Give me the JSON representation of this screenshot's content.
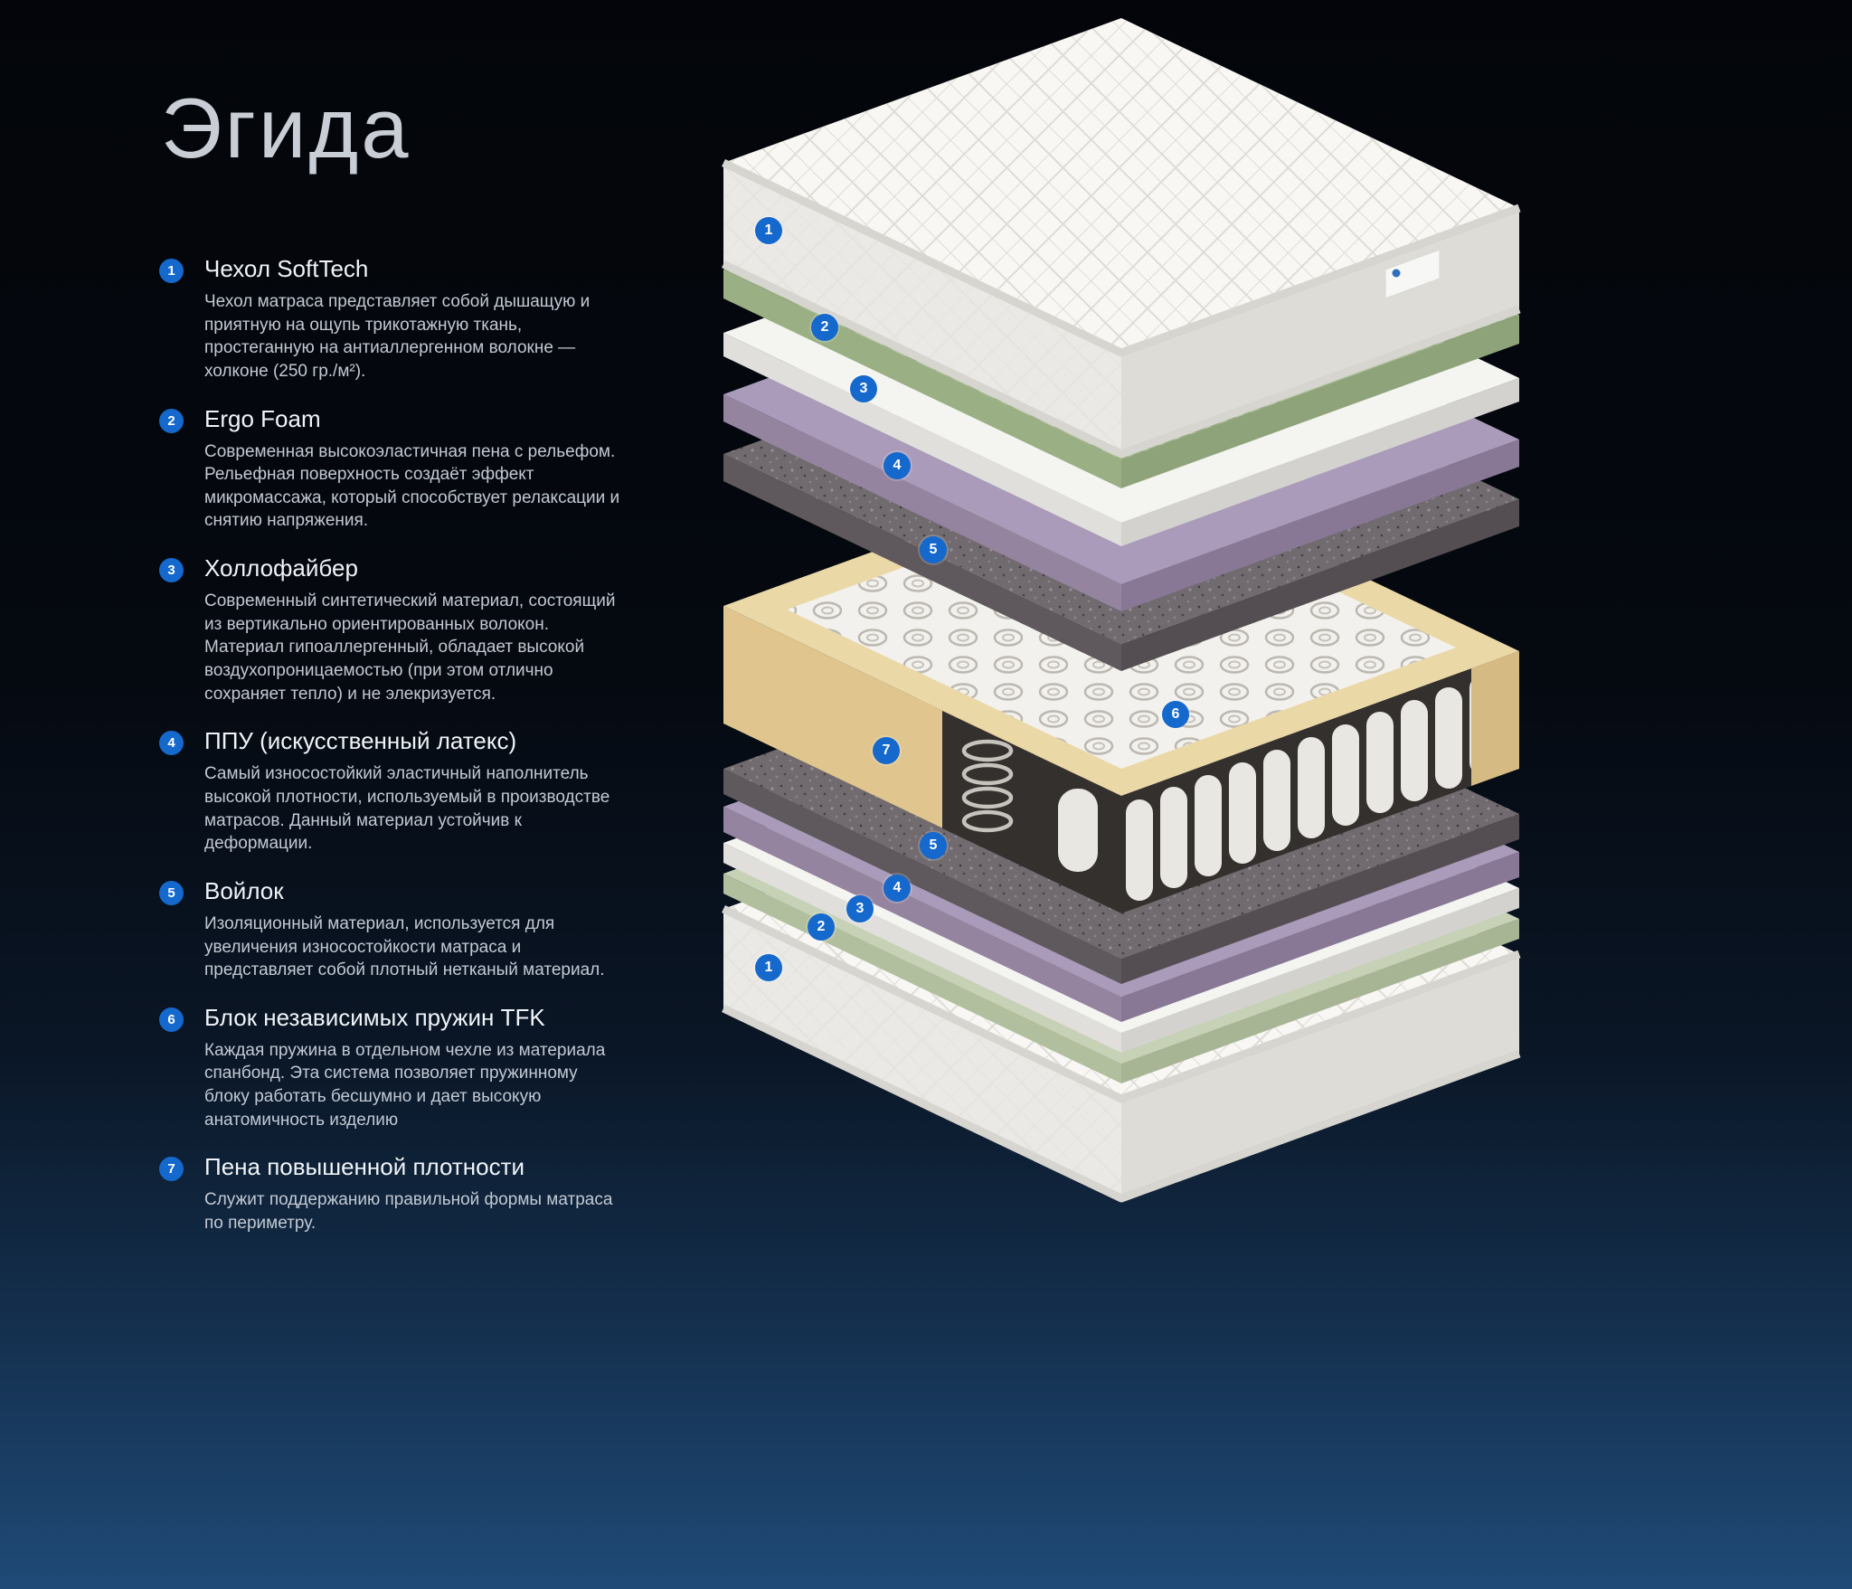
{
  "page": {
    "title": "Эгида"
  },
  "features": [
    {
      "num": "1",
      "title": "Чехол SoftTech",
      "text": "Чехол матраса представляет собой дышащую и приятную на ощупь трикотажную ткань, простеганную на антиаллергенном волокне — холконе (250 гр./м²)."
    },
    {
      "num": "2",
      "title": "Ergo Foam",
      "text": "Современная высокоэластичная пена с рельефом. Рельефная поверхность создаёт эффект микромассажа, который способствует релаксации и снятию напряжения."
    },
    {
      "num": "3",
      "title": "Холлофайбер",
      "text": "Современный синтетический материал, состоящий из вертикально ориентированных волокон. Материал гипоаллергенный, обладает высокой воздухопроницаемостью (при этом отлично сохраняет тепло) и не элекризуется."
    },
    {
      "num": "4",
      "title": "ППУ (искусственный латекс)",
      "text": "Самый износостойкий эластичный наполнитель высокой плотности, используемый в производстве матрасов. Данный материал устойчив к деформации."
    },
    {
      "num": "5",
      "title": "Войлок",
      "text": "Изоляционный материал, используется для увеличения износостойкости матраса и представляет собой плотный нетканый материал."
    },
    {
      "num": "6",
      "title": "Блок независимых пружин TFK",
      "text": "Каждая пружина в отдельном чехле из материала спанбонд. Эта система позволяет пружинному блоку работать бесшумно и дает высокую анатомичность изделию"
    },
    {
      "num": "7",
      "title": "Пена повышенной плотности",
      "text": "Служит поддержанию правильной формы матраса по периметру."
    }
  ],
  "diagram": {
    "badges": [
      {
        "label": "1"
      },
      {
        "label": "2"
      },
      {
        "label": "3"
      },
      {
        "label": "4"
      },
      {
        "label": "5"
      },
      {
        "label": "6"
      },
      {
        "label": "7"
      },
      {
        "label": "5"
      },
      {
        "label": "4"
      },
      {
        "label": "3"
      },
      {
        "label": "2"
      },
      {
        "label": "1"
      }
    ],
    "colors": {
      "cover_top": "#f8f7f4",
      "cover_front": "#ebe9e5",
      "cover_front2": "#dedcd7",
      "cover_tape": "#d7d5cf",
      "foam_top": "#aec29a",
      "foam_front": "#9aaf84",
      "foam_front2": "#8fa37a",
      "foam2_top": "#c6d1b5",
      "foam2_front": "#b2bf9e",
      "foam2_front2": "#a8b594",
      "holo_top": "#f4f4f1",
      "holo_front": "#e0dfdc",
      "holo_front2": "#d3d2cf",
      "ppu_top": "#a99bb9",
      "ppu_front": "#94849f",
      "ppu_front2": "#887896",
      "felt_top": "#716b6f",
      "felt_front": "#5f595d",
      "felt_front2": "#544e52",
      "frame_top": "#ebd8a7",
      "frame_front": "#e0c58f",
      "frame_front2": "#d5ba84",
      "spring_inner": "#f2f1ed",
      "recess": "#33302e",
      "pocket": "#e9e7e2",
      "coil_stroke": "#c6c3bd",
      "tag_fill": "#f7f7f5",
      "tag_mark": "#2d6fc2"
    }
  },
  "theme": {
    "badge_color": "#1568cc",
    "title_color": "#c9ced6",
    "heading_color": "#f0f4f8",
    "body_color": "#c2c9d3"
  }
}
